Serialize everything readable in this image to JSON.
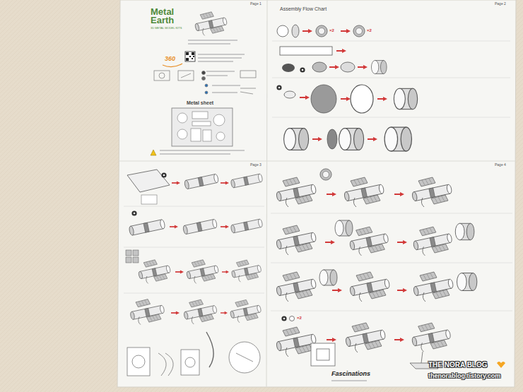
{
  "diagram": {
    "labels": [
      "Page 1",
      "Metal Earth",
      "3D METAL MODEL KITS",
      "360",
      "Metal sheet",
      "Page 2",
      "Assembly Flow Chart",
      "×2",
      "×2",
      "Page 3",
      "Page 4",
      "×2",
      "Fascinations",
      "THE NORA BLOG",
      "thenorablog.tistory.com"
    ]
  }
}
